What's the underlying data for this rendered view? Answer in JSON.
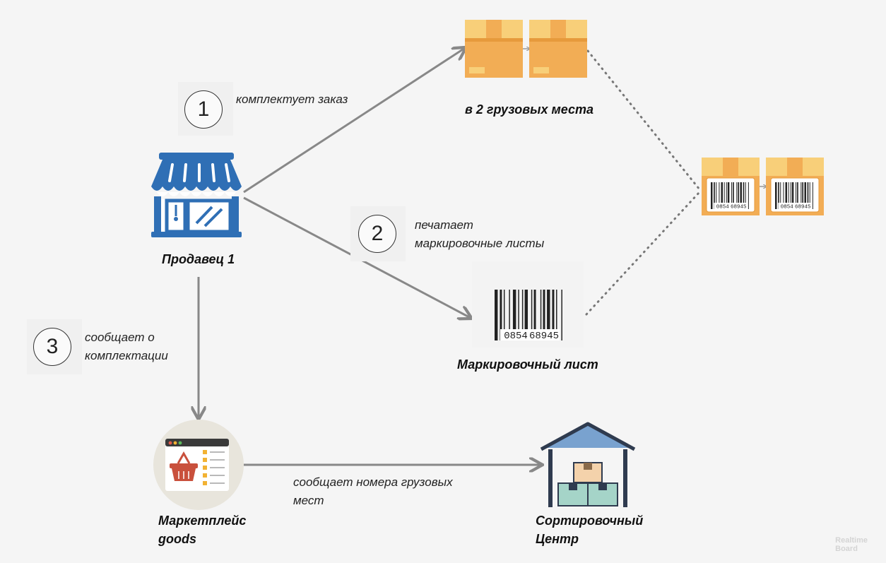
{
  "steps": [
    {
      "number": "1",
      "text": "комплектует заказ"
    },
    {
      "number": "2",
      "text": "печатает\nмаркировочные листы"
    },
    {
      "number": "3",
      "text": "сообщает о\nкомплектации"
    }
  ],
  "nodes": {
    "seller": "Продавец 1",
    "cargo": "в 2 грузовых места",
    "label_sheet": "Маркировочный лист",
    "marketplace": "Маркетплейс\ngoods",
    "sorting_center": "Сортировочный\nЦентр"
  },
  "edges": {
    "marketplace_to_center": "сообщает номера грузовых\nмест"
  },
  "barcode": {
    "left": "0854",
    "right": "68945"
  },
  "watermark": "Realtime\nBoard",
  "colors": {
    "arrow": "#888888",
    "box": "#f2ad55",
    "box_dark": "#e69a3c",
    "tape": "#f8cf79",
    "shop_blue": "#2f6fb5",
    "roof": "#79a2cf",
    "mint": "#a5d4c8"
  }
}
